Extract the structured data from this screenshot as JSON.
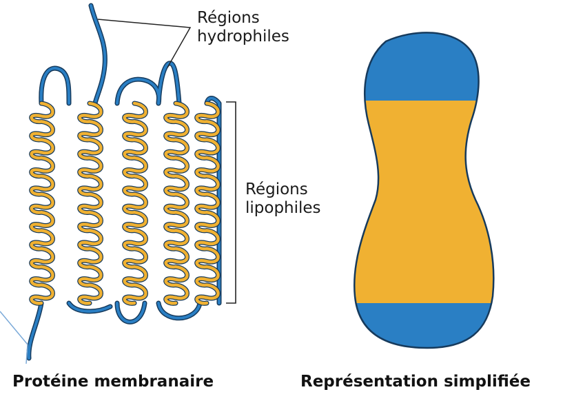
{
  "labels": {
    "hydrophilic_line1": "Régions",
    "hydrophilic_line2": "hydrophiles",
    "lipophilic_line1": "Régions",
    "lipophilic_line2": "lipophiles"
  },
  "captions": {
    "left": "Protéine membranaire",
    "right": "Représentation simplifiée"
  },
  "colors": {
    "hydrophilic": "#2a7fc4",
    "lipophilic": "#f0b132",
    "outline": "#163a5c"
  }
}
